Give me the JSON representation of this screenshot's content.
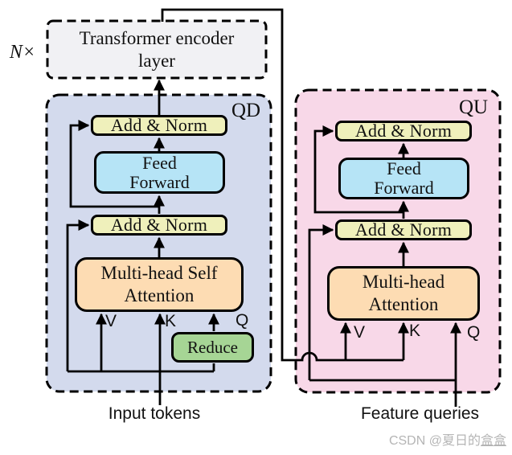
{
  "repeat_label": "N×",
  "encoder": {
    "label": "Transformer encoder\nlayer"
  },
  "qd": {
    "tag": "QD",
    "add_norm_top": "Add & Norm",
    "feed_forward": "Feed\nForward",
    "add_norm_bottom": "Add & Norm",
    "attention": "Multi-head Self\nAttention",
    "reduce": "Reduce",
    "v_label": "V",
    "k_label": "K",
    "q_label": "Q",
    "input_label": "Input tokens"
  },
  "qu": {
    "tag": "QU",
    "add_norm_top": "Add & Norm",
    "feed_forward": "Feed\nForward",
    "add_norm_bottom": "Add & Norm",
    "attention": "Multi-head\nAttention",
    "v_label": "V",
    "k_label": "K",
    "q_label": "Q",
    "input_label": "Feature queries"
  },
  "watermark": {
    "prefix": "CSDN @夏日的",
    "underlined": "盒盒"
  },
  "colors": {
    "encoder_fill": "#f1f1f4",
    "qd_fill": "#d3daed",
    "qu_fill": "#f8d8e8",
    "addnorm_fill": "#eff0bb",
    "ff_fill": "#b6e4f6",
    "attn_fill": "#fddcb3",
    "reduce_fill": "#a6d595",
    "line_color": "#000000",
    "watermark_color": "#b5b5b5"
  }
}
